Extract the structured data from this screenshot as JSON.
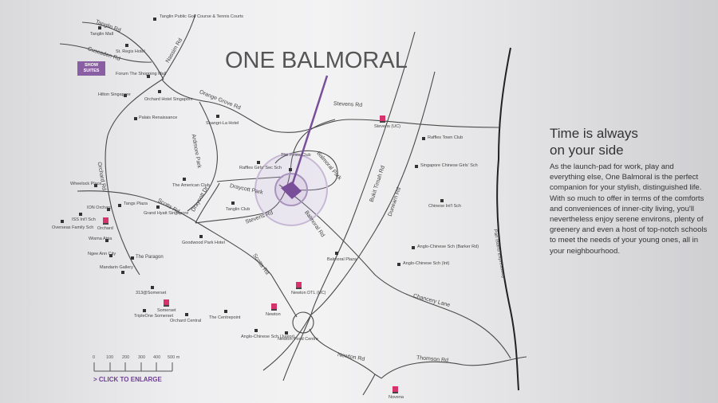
{
  "title": "ONE BALMORAL",
  "show_suites": "SHOW SUITES",
  "click_to_enlarge": "> CLICK TO ENLARGE",
  "scale": {
    "ticks": [
      "0",
      "100",
      "200",
      "300",
      "400",
      "500 m"
    ]
  },
  "side": {
    "heading1": "Time is always",
    "heading2": "on your side",
    "body": "As the launch-pad for work, play and everything else, One Balmoral is the perfect companion for your stylish, distinguished life. With so much to offer in terms of the comforts and conveniences of inner-city living, you'll nevertheless enjoy serene environs, plenty of greenery and even a host of top-notch schools to meet the needs of your young ones, all in your neighbourhood."
  },
  "roads": [
    "Tanglin Rd",
    "Cuscaden Rd",
    "Nassim Rd",
    "Orange Grove Rd",
    "Ardmore Park",
    "Stevens Rd",
    "Balmoral Park",
    "Orchard Rd",
    "Scotts Rd",
    "Draycott Dr",
    "Draycott Park",
    "Stevens Rd",
    "Balmoral Rd",
    "Scotts Rd",
    "Bukit Timah Rd",
    "Dunearn Rd",
    "Pan Island Expressway",
    "Chancery Lane",
    "Newton Rd",
    "Thomson Rd"
  ],
  "places": [
    "Tanglin Public Golf Course & Tennis Courts",
    "Tanglin Mall",
    "St. Regis Hotel",
    "Forum The Shopping Mall",
    "Hilton Singapore",
    "Orchard Hotel Singapore",
    "Palais Renaissance",
    "Shangri-La Hotel",
    "Wheelock Place",
    "The American Club",
    "Raffles Girls' Sec Sch",
    "The Pines Club",
    "ION Orchard",
    "Tangs Plaza",
    "Grand Hyatt Singapore",
    "Tanglin Club",
    "ISS Int'l Sch",
    "Overseas Family Sch",
    "Wisma Atria",
    "Goodwood Park Hotel",
    "Ngee Ann City",
    "The Paragon",
    "Mandarin Gallery",
    "313@Somerset",
    "TripleOne Somerset",
    "Orchard Central",
    "The Centrepoint",
    "Balmoral Plaza",
    "Anglo-Chinese Sch (Junior)",
    "Newton Food Centre",
    "Raffles Town Club",
    "Singapore Chinese Girls' Sch",
    "Chinese Int'l Sch",
    "Anglo-Chinese Sch (Barker Rd)",
    "Anglo-Chinese Sch (Int)"
  ],
  "stations": [
    "Orchard",
    "Somerset",
    "Newton",
    "Newton DTL (UC)",
    "Stevens (UC)",
    "Novena"
  ],
  "colors": {
    "accent": "#8a5ea3",
    "mrt": "#d6336c",
    "road": "#444444"
  }
}
